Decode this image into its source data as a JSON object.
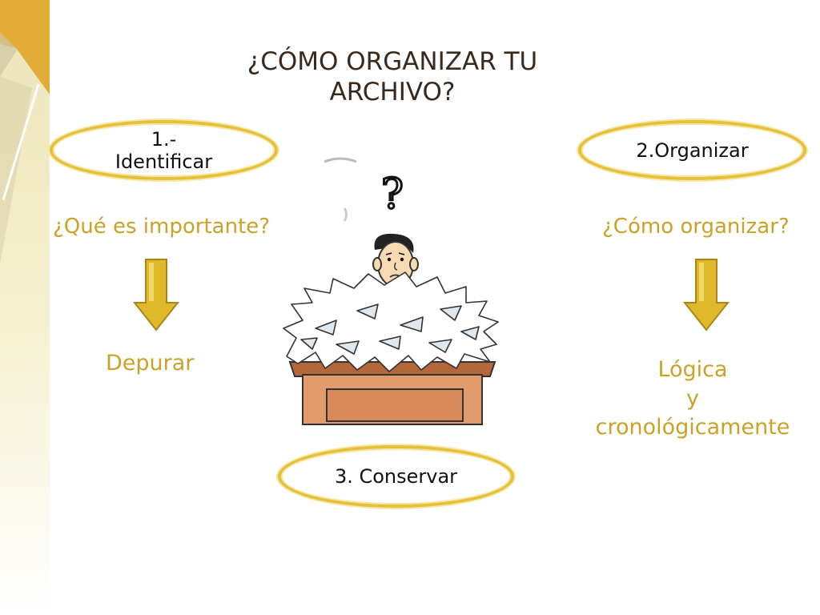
{
  "slide": {
    "title": "¿CÓMO ORGANIZAR TU\nARCHIVO?",
    "steps": [
      {
        "label": "1.-\nIdentificar",
        "question": "¿Qué es importante?",
        "result": "Depurar"
      },
      {
        "label": "2.Organizar",
        "question": "¿Cómo organizar?",
        "result": "Lógica\ny\ncronológicamente"
      },
      {
        "label": "3. Conservar"
      }
    ],
    "illustration": {
      "subject": "person buried in papers at desk",
      "symbol": "?"
    },
    "icons": [
      "down-arrow-icon",
      "question-mark-icon"
    ],
    "colors": {
      "accent": "#c9a227",
      "oval_border": "#e5c13a",
      "arrow_fill": "#e0b92a",
      "title": "#3a2a1c",
      "sidebar_orange": "#e2ac37",
      "sidebar_cream": "#f5f0d0"
    }
  }
}
